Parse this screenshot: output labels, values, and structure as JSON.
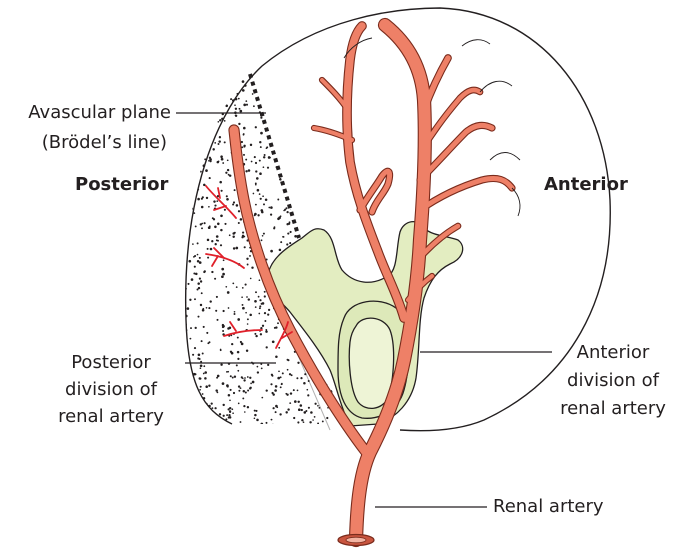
{
  "labels": {
    "avascular_plane": "Avascular plane",
    "brodels_line": "(Brödel’s line)",
    "posterior": "Posterior",
    "anterior": "Anterior",
    "posterior_division": [
      "Posterior",
      "division of",
      "renal artery"
    ],
    "anterior_division": [
      "Anterior",
      "division of",
      "renal artery"
    ],
    "renal_artery": "Renal artery"
  },
  "colors": {
    "artery_fill": "#ee8067",
    "artery_stroke": "#7a2b1c",
    "pelvis_fill": "#e3edc1",
    "outline": "#231f20",
    "posterior_branch": "#e0202a"
  }
}
